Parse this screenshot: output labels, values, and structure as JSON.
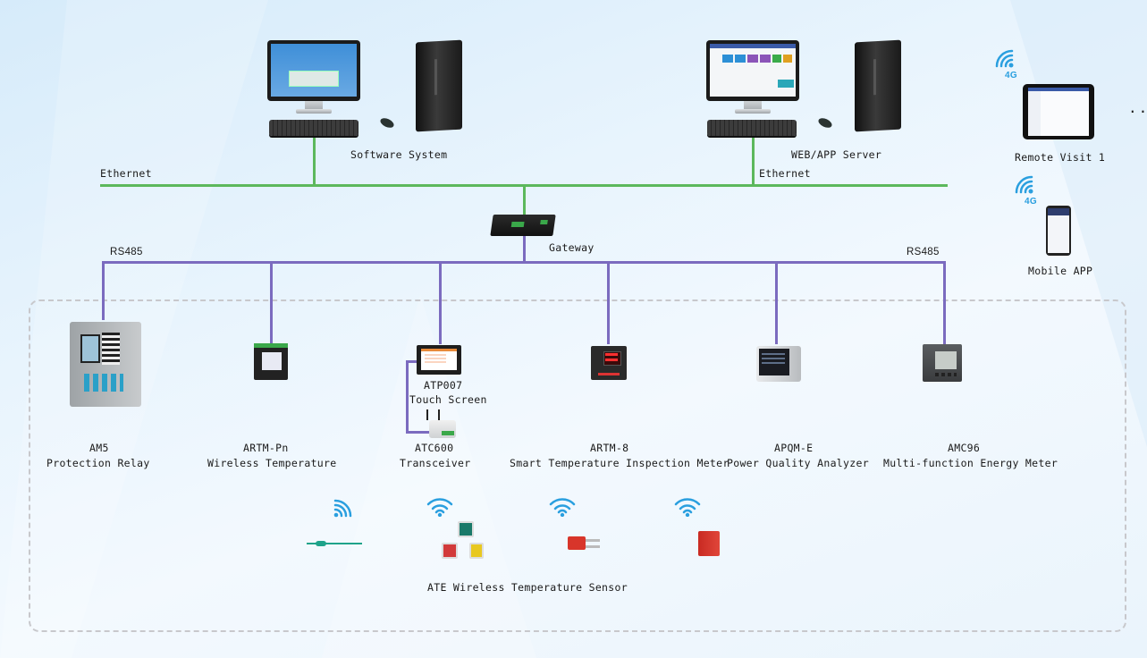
{
  "title": "System Architecture Diagram",
  "networks": {
    "ethernet_left": "Ethernet",
    "ethernet_right": "Ethernet",
    "rs485_left": "RS485",
    "rs485_right": "RS485",
    "gateway": "Gateway"
  },
  "colors": {
    "ethernet": "#5cb85c",
    "rs485": "#7b6bbf",
    "wifi": "#2a9fdf",
    "dash_border": "#c8c8cc"
  },
  "top_nodes": [
    {
      "label": "Software System"
    },
    {
      "label": "WEB/APP Server"
    }
  ],
  "remote": {
    "visit_label": "Remote Visit 1",
    "visit_signal": "4G",
    "app_label": "Mobile APP",
    "app_signal": "4G",
    "more": "..."
  },
  "devices": [
    {
      "model": "AM5",
      "desc": "Protection Relay"
    },
    {
      "model": "ARTM-Pn",
      "desc": "Wireless Temperature"
    },
    {
      "model": "ATC600",
      "desc": "Transceiver"
    },
    {
      "model": "ARTM-8",
      "desc": "Smart Temperature Inspection Meter"
    },
    {
      "model": "APQM-E",
      "desc": "Power Quality Analyzer"
    },
    {
      "model": "AMC96",
      "desc": "Multi-function Energy Meter"
    }
  ],
  "touch_screen": {
    "model": "ATP007",
    "desc": "Touch Screen"
  },
  "sensors": {
    "label": "ATE Wireless Temperature Sensor"
  }
}
